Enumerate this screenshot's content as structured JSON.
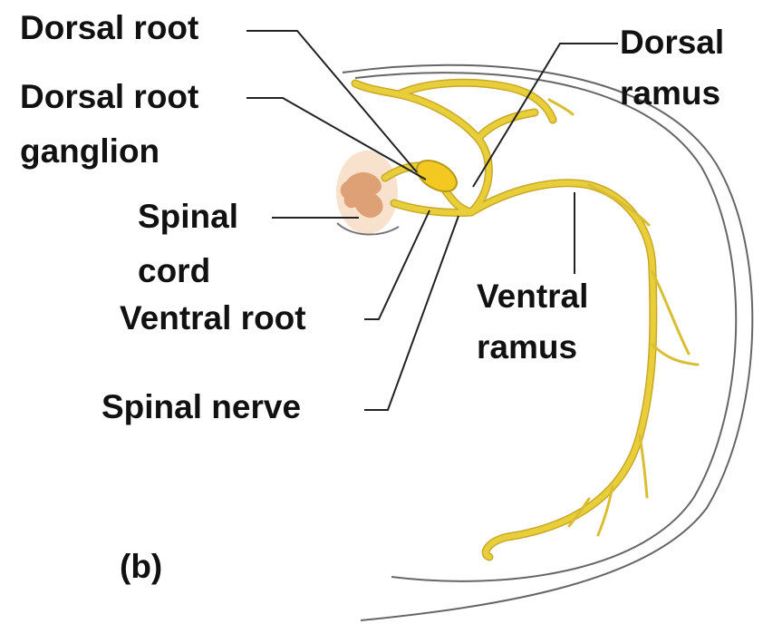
{
  "labels": {
    "dorsal_root": "Dorsal root",
    "dorsal_root_ganglion_line1": "Dorsal root",
    "dorsal_root_ganglion_line2": "ganglion",
    "spinal_cord_line1": "Spinal",
    "spinal_cord_line2": "cord",
    "ventral_root": "Ventral root",
    "spinal_nerve": "Spinal nerve",
    "dorsal_ramus_line1": "Dorsal",
    "dorsal_ramus_line2": "ramus",
    "ventral_ramus_line1": "Ventral",
    "ventral_ramus_line2": "ramus",
    "panel": "(b)"
  },
  "colors": {
    "nerve": "#e8cf3a",
    "nerve_outline": "#b89a1a",
    "ganglion": "#f2c821",
    "spinal_cord_tissue": "#f3c7a2",
    "grey_matter": "#d98e60",
    "body_outline": "#555555",
    "leader_line": "#222222"
  }
}
